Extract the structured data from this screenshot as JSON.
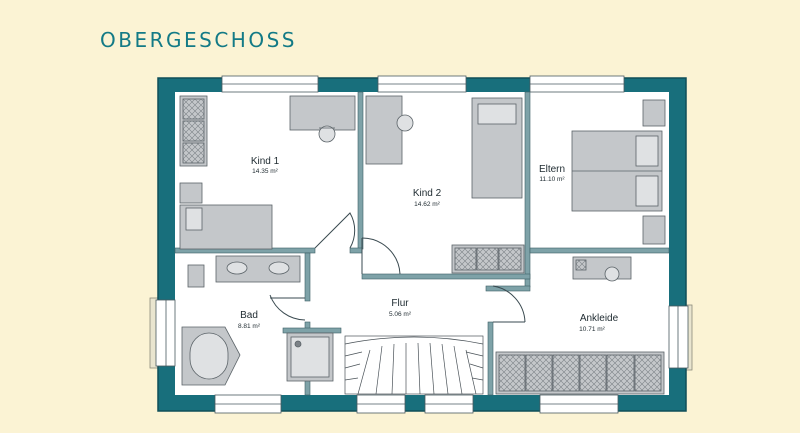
{
  "title": "OBERGESCHOSS",
  "colors": {
    "background": "#fbf3d4",
    "wall": "#186f7c",
    "wall_edge": "#0f4e58",
    "title": "#137a86",
    "furniture": "#c4c7ca",
    "furniture_dark": "#a9adb1"
  },
  "rooms": [
    {
      "name": "Kind  1",
      "area": "14.35  m²"
    },
    {
      "name": "Kind  2",
      "area": "14.62  m²"
    },
    {
      "name": "Eltern",
      "area": "11.10  m²"
    },
    {
      "name": "Bad",
      "area": "8.81  m²"
    },
    {
      "name": "Flur",
      "area": "5.06  m²"
    },
    {
      "name": "Ankleide",
      "area": "10.71  m²"
    }
  ]
}
